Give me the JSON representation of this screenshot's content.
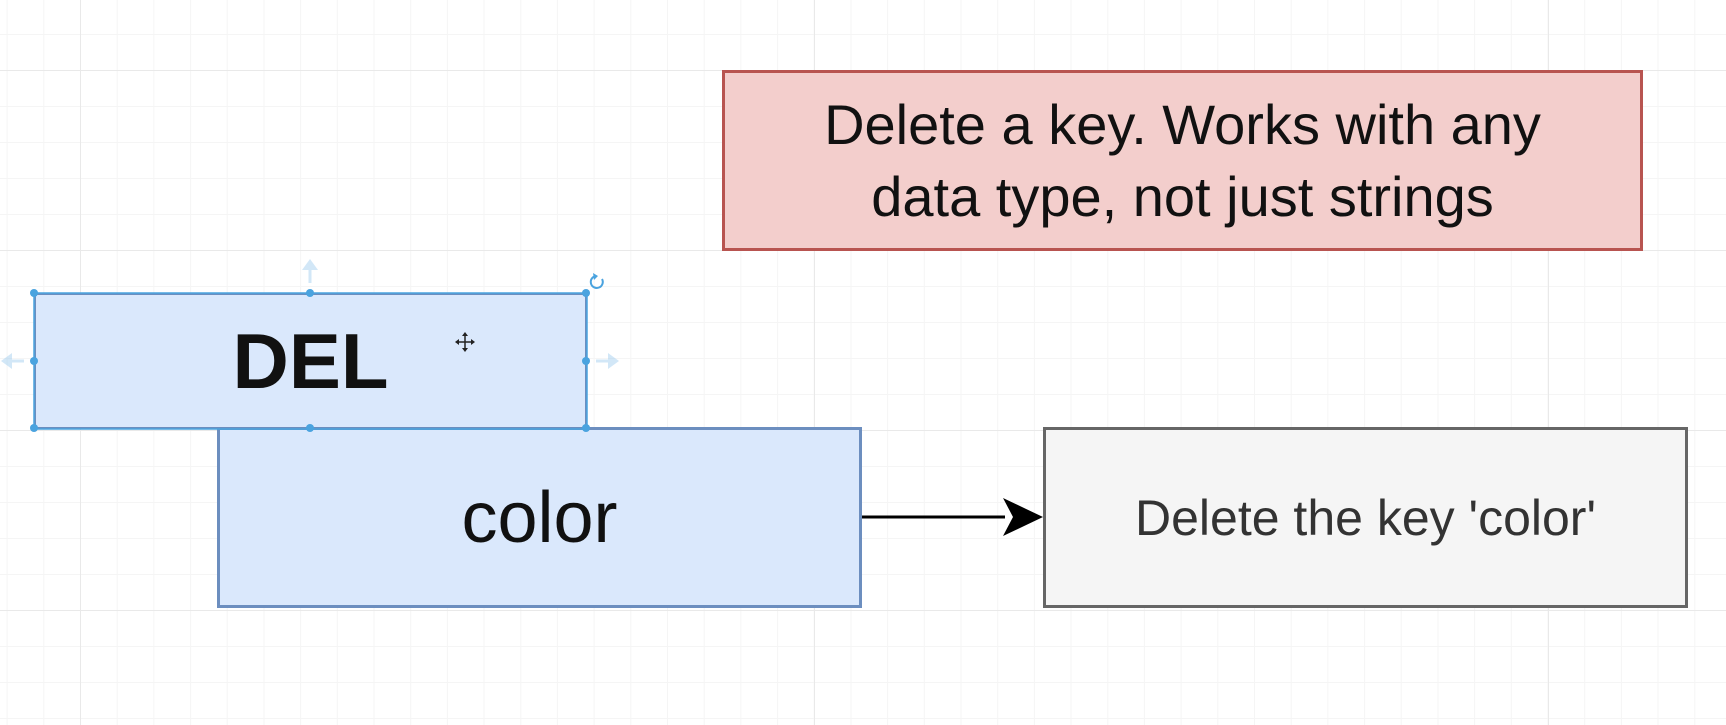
{
  "diagram": {
    "note": {
      "text": "Delete a key.  Works with any\ndata type, not just strings"
    },
    "command_box": {
      "text": "DEL"
    },
    "key_box": {
      "text": "color"
    },
    "result_box": {
      "text": "Delete the key 'color'"
    }
  },
  "icons": {
    "move": "move-cursor-icon",
    "rotate": "rotate-handle-icon",
    "arrow_hints": "connect-arrow-hint-icon"
  },
  "colors": {
    "note_fill": "#f3cecc",
    "note_stroke": "#b85450",
    "blue_fill": "#dae8fc",
    "blue_stroke": "#6c8ebf",
    "gray_fill": "#f5f5f5",
    "gray_stroke": "#666666",
    "selection": "#4aa3df",
    "connector": "#000000"
  }
}
